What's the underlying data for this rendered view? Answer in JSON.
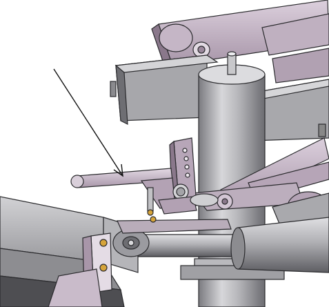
{
  "scene": {
    "description_visible_text": "",
    "annotation_arrow": {
      "kind": "pointer-arrow",
      "color": "#111111"
    },
    "colors": {
      "background": "#ffffff",
      "gray_light": "#c9c9cc",
      "gray_mid": "#a4a4a8",
      "gray_dark": "#76767b",
      "gray_shadow": "#4c4c50",
      "purple_light": "#d7cbd8",
      "purple_mid": "#b7a6b8",
      "purple_dark": "#8a788b",
      "brass": "#d6a43a",
      "outline": "#2a2a2d"
    },
    "parts": [
      "upper-arm-frame",
      "vertical-column",
      "handle-lever",
      "detent-plate",
      "small-gear",
      "clevis-bracket",
      "hydraulic-cylinder",
      "base-beam",
      "mounting-plate",
      "lower-plate"
    ]
  }
}
